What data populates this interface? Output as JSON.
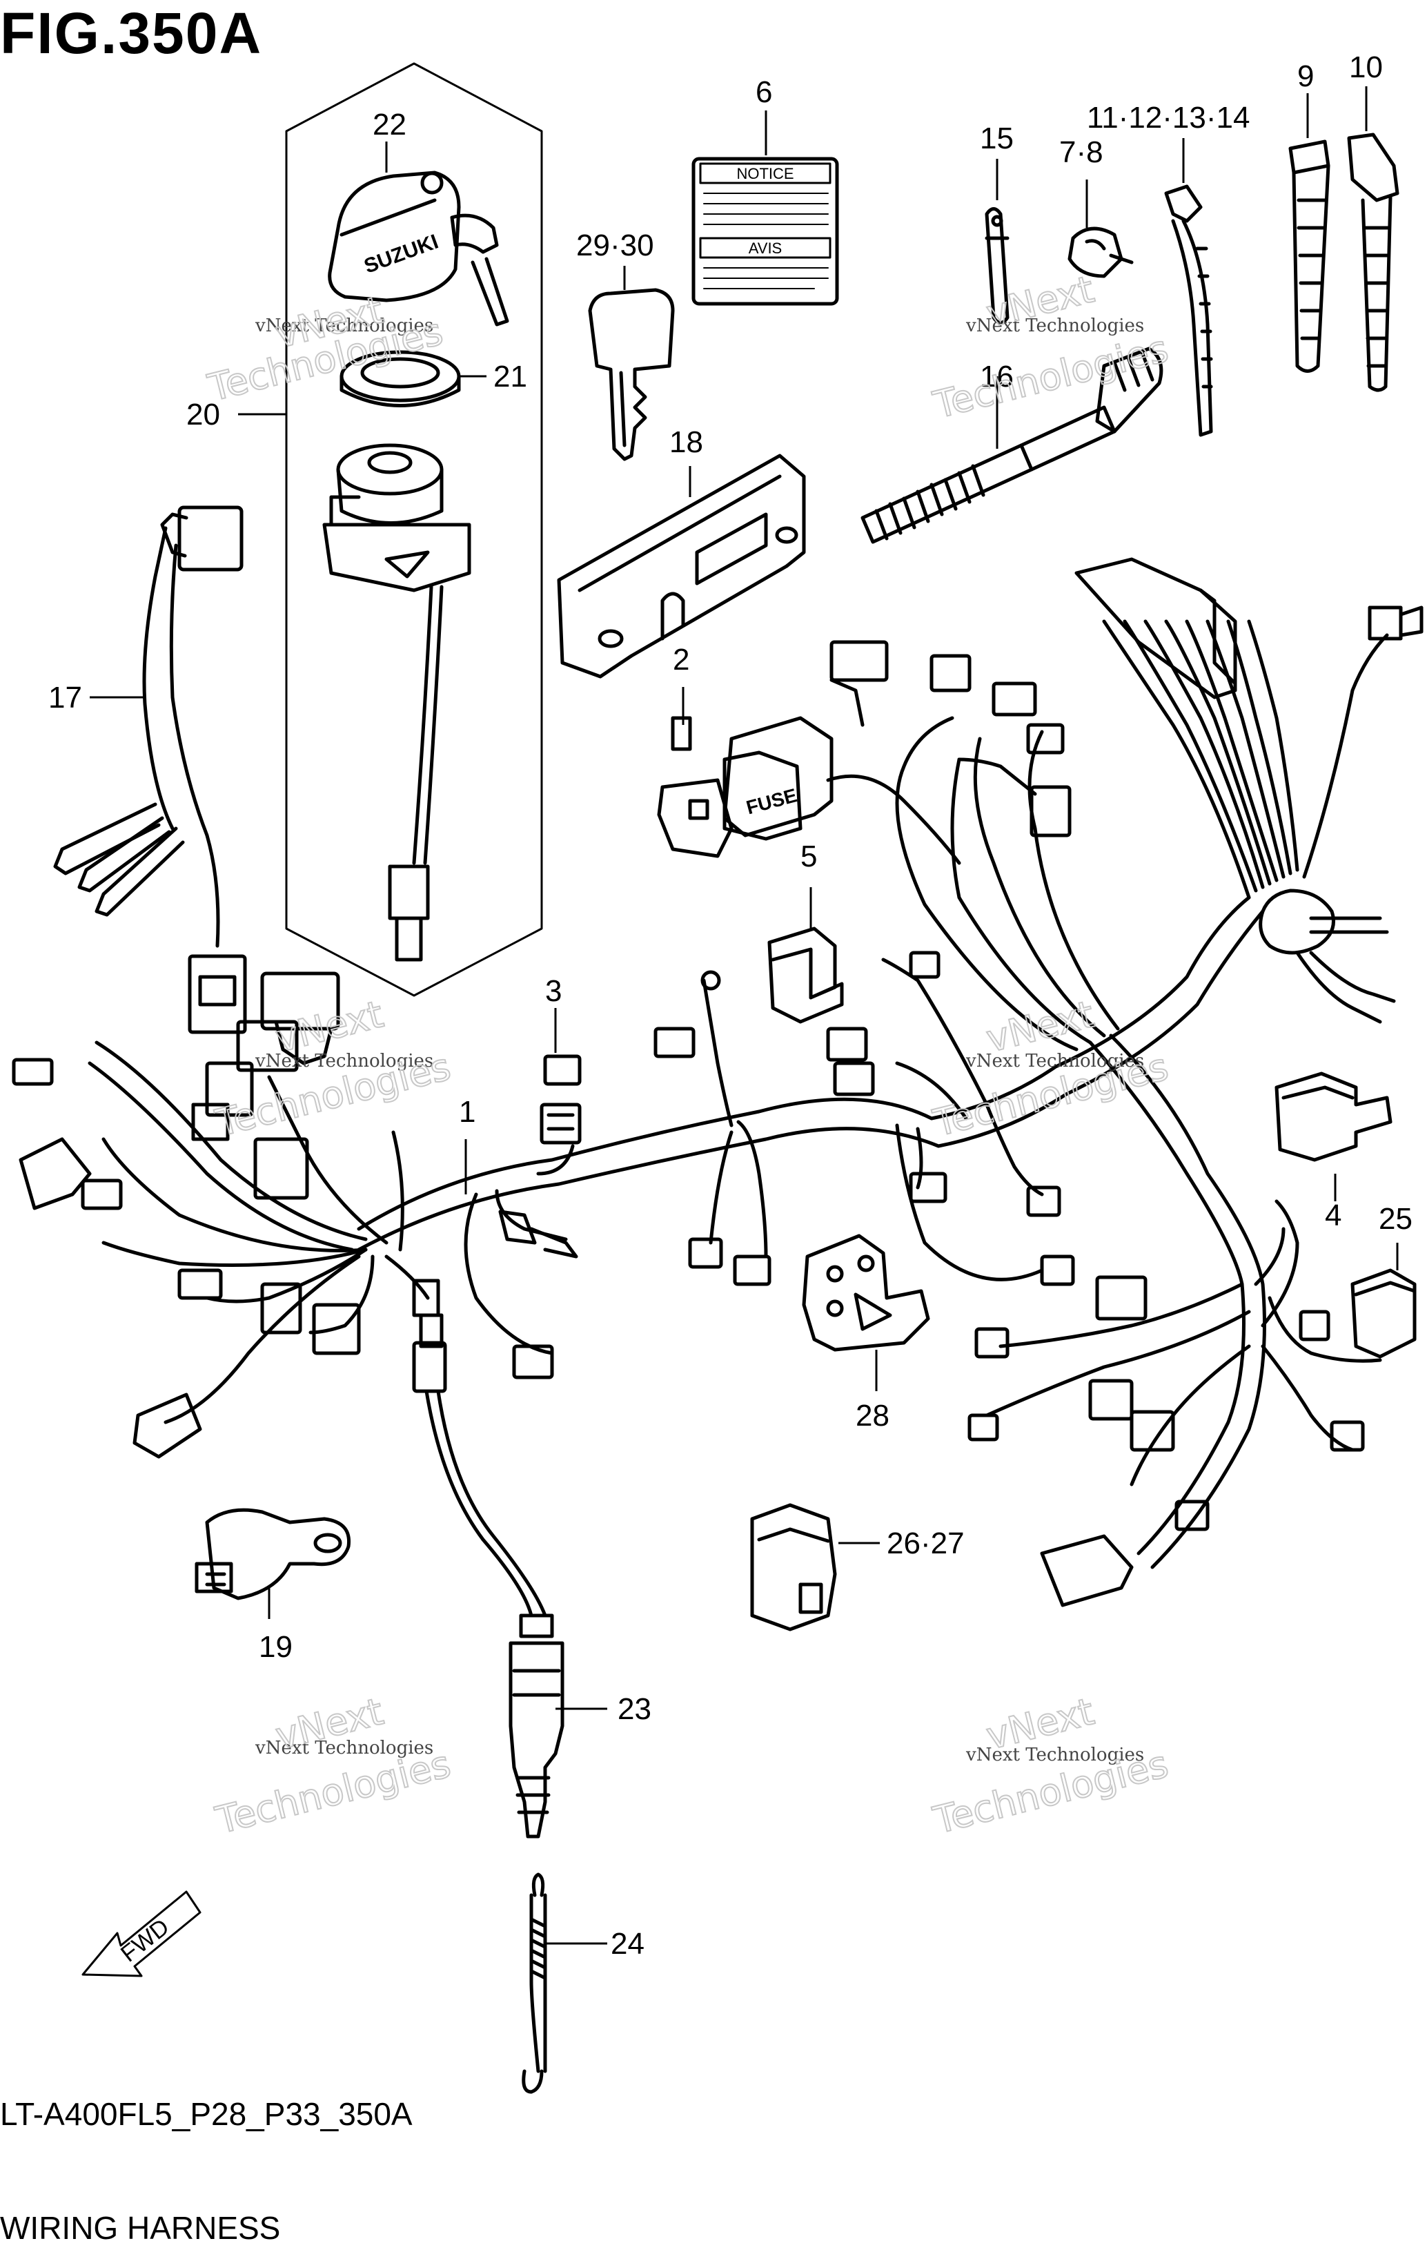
{
  "figure": {
    "title": "FIG.350A",
    "code": "LT-A400FL5_P28_P33_350A",
    "name": "WIRING HARNESS"
  },
  "watermark": {
    "line1": "vNext Technologies",
    "big1": "vNext",
    "big2": "Technologies"
  },
  "labels": {
    "notice": "NOTICE",
    "avis": "AVIS",
    "fuse": "FUSE",
    "brand": "SUZUKI",
    "fwd": "FWD"
  },
  "callouts": [
    {
      "id": "c1",
      "text": "1"
    },
    {
      "id": "c2",
      "text": "2"
    },
    {
      "id": "c3",
      "text": "3"
    },
    {
      "id": "c4",
      "text": "4"
    },
    {
      "id": "c5",
      "text": "5"
    },
    {
      "id": "c6",
      "text": "6"
    },
    {
      "id": "c7",
      "text": "7·8"
    },
    {
      "id": "c9",
      "text": "9"
    },
    {
      "id": "c10",
      "text": "10"
    },
    {
      "id": "c11",
      "text": "11·12·13·14"
    },
    {
      "id": "c15",
      "text": "15"
    },
    {
      "id": "c16",
      "text": "16"
    },
    {
      "id": "c17",
      "text": "17"
    },
    {
      "id": "c18",
      "text": "18"
    },
    {
      "id": "c19",
      "text": "19"
    },
    {
      "id": "c20",
      "text": "20"
    },
    {
      "id": "c21",
      "text": "21"
    },
    {
      "id": "c22",
      "text": "22"
    },
    {
      "id": "c23",
      "text": "23"
    },
    {
      "id": "c24",
      "text": "24"
    },
    {
      "id": "c25",
      "text": "25"
    },
    {
      "id": "c26",
      "text": "26·27"
    },
    {
      "id": "c28",
      "text": "28"
    },
    {
      "id": "c29",
      "text": "29·30"
    }
  ],
  "colors": {
    "line": "#000000",
    "background": "#ffffff",
    "watermark": "#c8c8c8"
  }
}
